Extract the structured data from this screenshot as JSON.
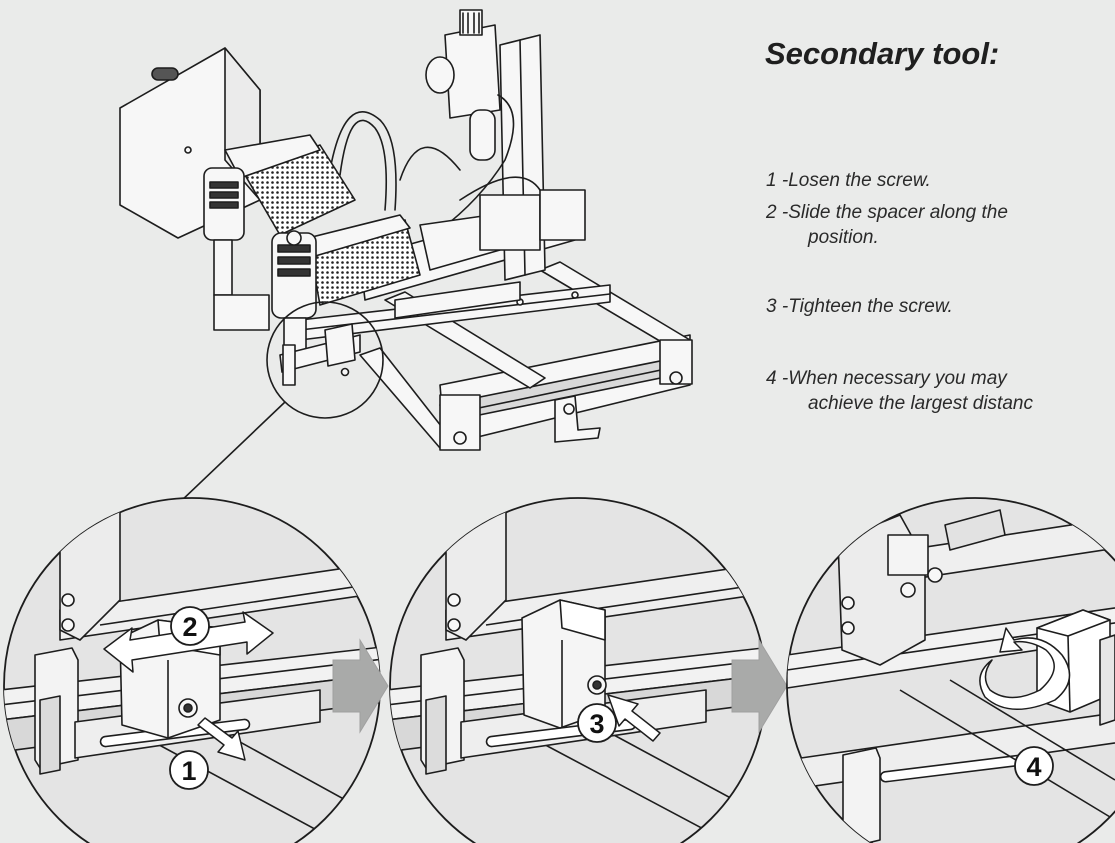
{
  "title": "Secondary tool:",
  "steps": [
    {
      "num": "1 - ",
      "text": "Losen the screw.",
      "cont": ""
    },
    {
      "num": "2 - ",
      "text": "Slide the spacer along the",
      "cont": "position."
    },
    {
      "num": "3 - ",
      "text": "Tighteen the screw.",
      "cont": ""
    },
    {
      "num": "4 - ",
      "text": "When necessary you may",
      "cont": "achieve the largest distanc"
    }
  ],
  "callouts": {
    "c1": "1",
    "c2": "2",
    "c3": "3",
    "c4": "4"
  },
  "colors": {
    "background": "#eaebea",
    "arrow_fill": "#a9aaa9",
    "part_fill": "#f7f7f7",
    "line": "#1d1d1d"
  }
}
